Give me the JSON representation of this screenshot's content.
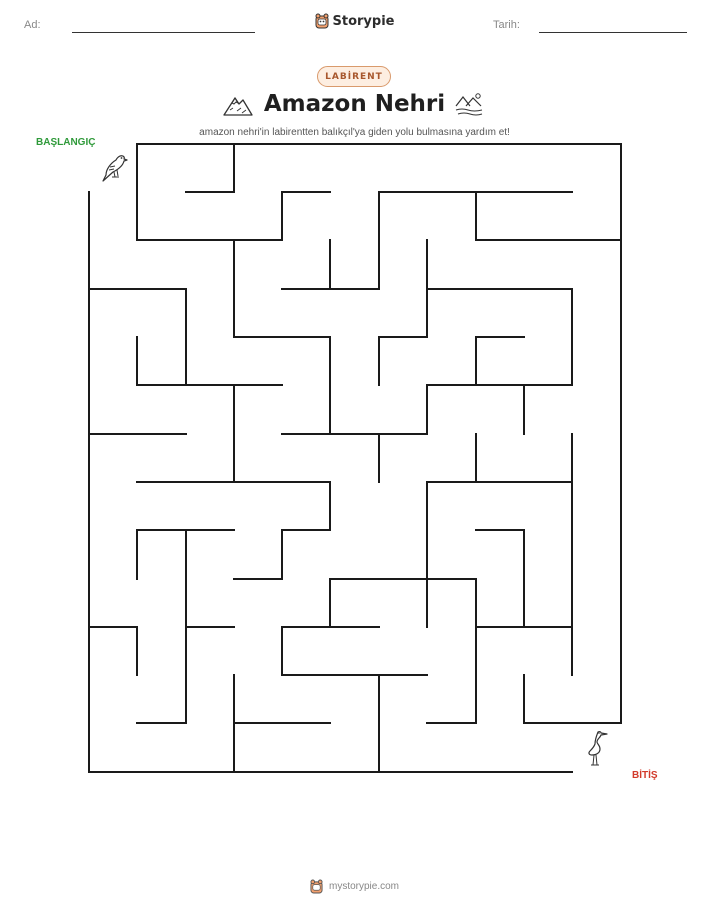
{
  "header": {
    "name_label": "Ad:",
    "date_label": "Tarih:",
    "brand": "Storypie",
    "logo_icon": "storypie-mascot-icon"
  },
  "worksheet": {
    "badge": "LABİRENT",
    "title": "Amazon Nehri",
    "subtitle": "amazon nehri'in labirentten balıkçıl'ya giden yolu bulmasına yardım et!",
    "left_icon": "mountain-icon",
    "right_icon": "river-landscape-icon"
  },
  "maze": {
    "start_label": "BAŞLANGIÇ",
    "end_label": "BİTİŞ",
    "start_icon": "bird-icon",
    "end_icon": "heron-icon",
    "colors": {
      "wall": "#1a1a1a",
      "start": "#2f9a3a",
      "end": "#d23a2a"
    }
  },
  "footer": {
    "site": "mystorypie.com"
  }
}
